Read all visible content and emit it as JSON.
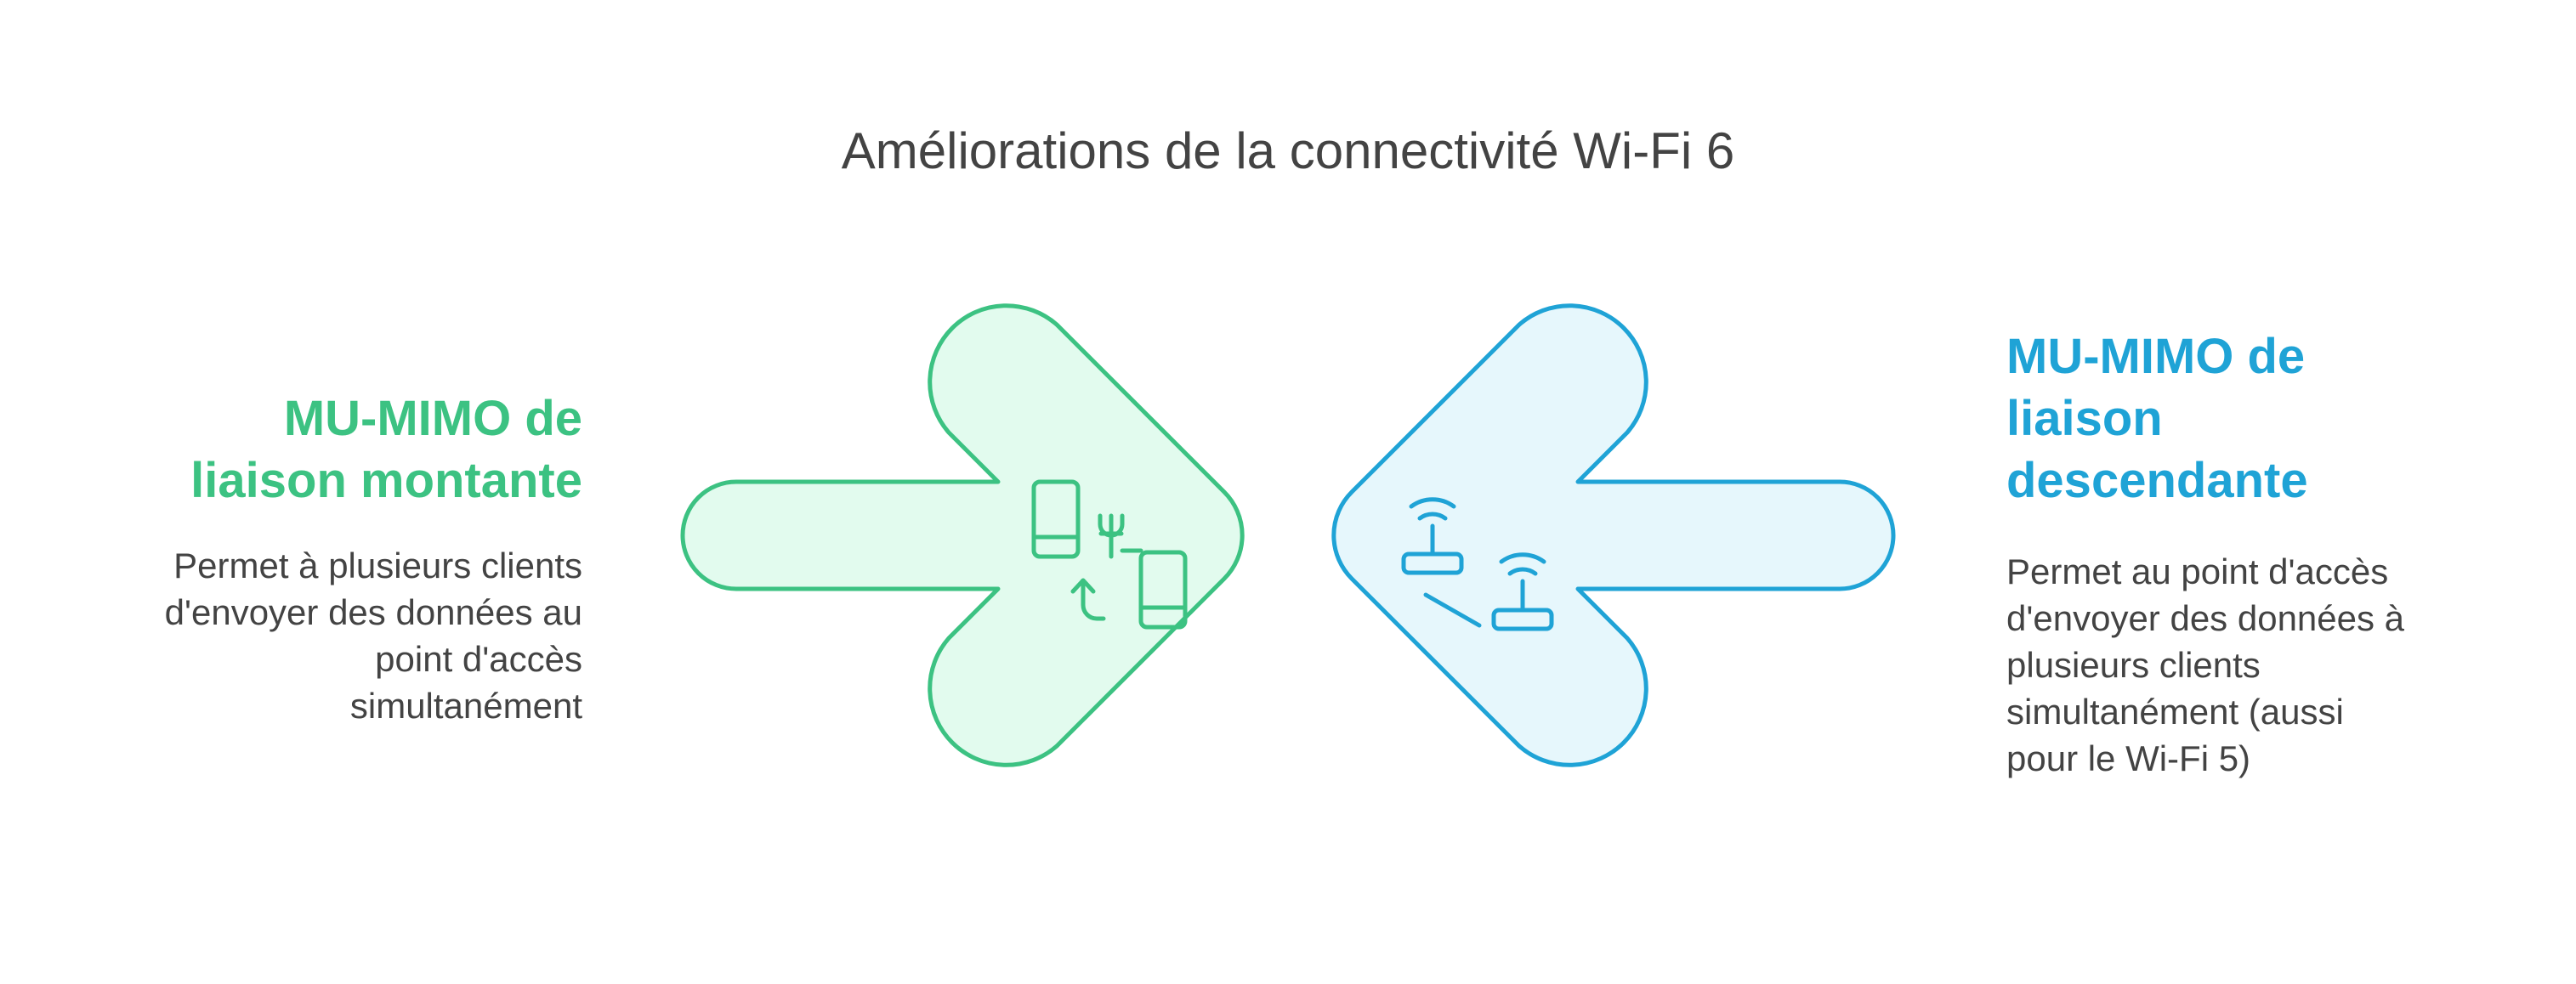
{
  "title": "Améliorations de la connectivité Wi-Fi 6",
  "colors": {
    "uplink_stroke": "#3cc282",
    "uplink_fill": "#e2fbee",
    "downlink_stroke": "#1fa3d6",
    "downlink_fill": "#e6f7fc",
    "text": "#434343"
  },
  "uplink": {
    "heading_lines": [
      "MU-MIMO de",
      "liaison montante"
    ],
    "description_lines": [
      "Permet à plusieurs clients",
      "d'envoyer des données au",
      "point d'accès",
      "simultanément"
    ],
    "icon": "phones-exchange-icon"
  },
  "downlink": {
    "heading_lines": [
      "MU-MIMO de",
      "liaison",
      "descendante"
    ],
    "description_lines": [
      "Permet au point d'accès",
      "d'envoyer des données à",
      "plusieurs clients",
      "simultanément (aussi",
      "pour le Wi-Fi 5)"
    ],
    "icon": "routers-icon"
  }
}
